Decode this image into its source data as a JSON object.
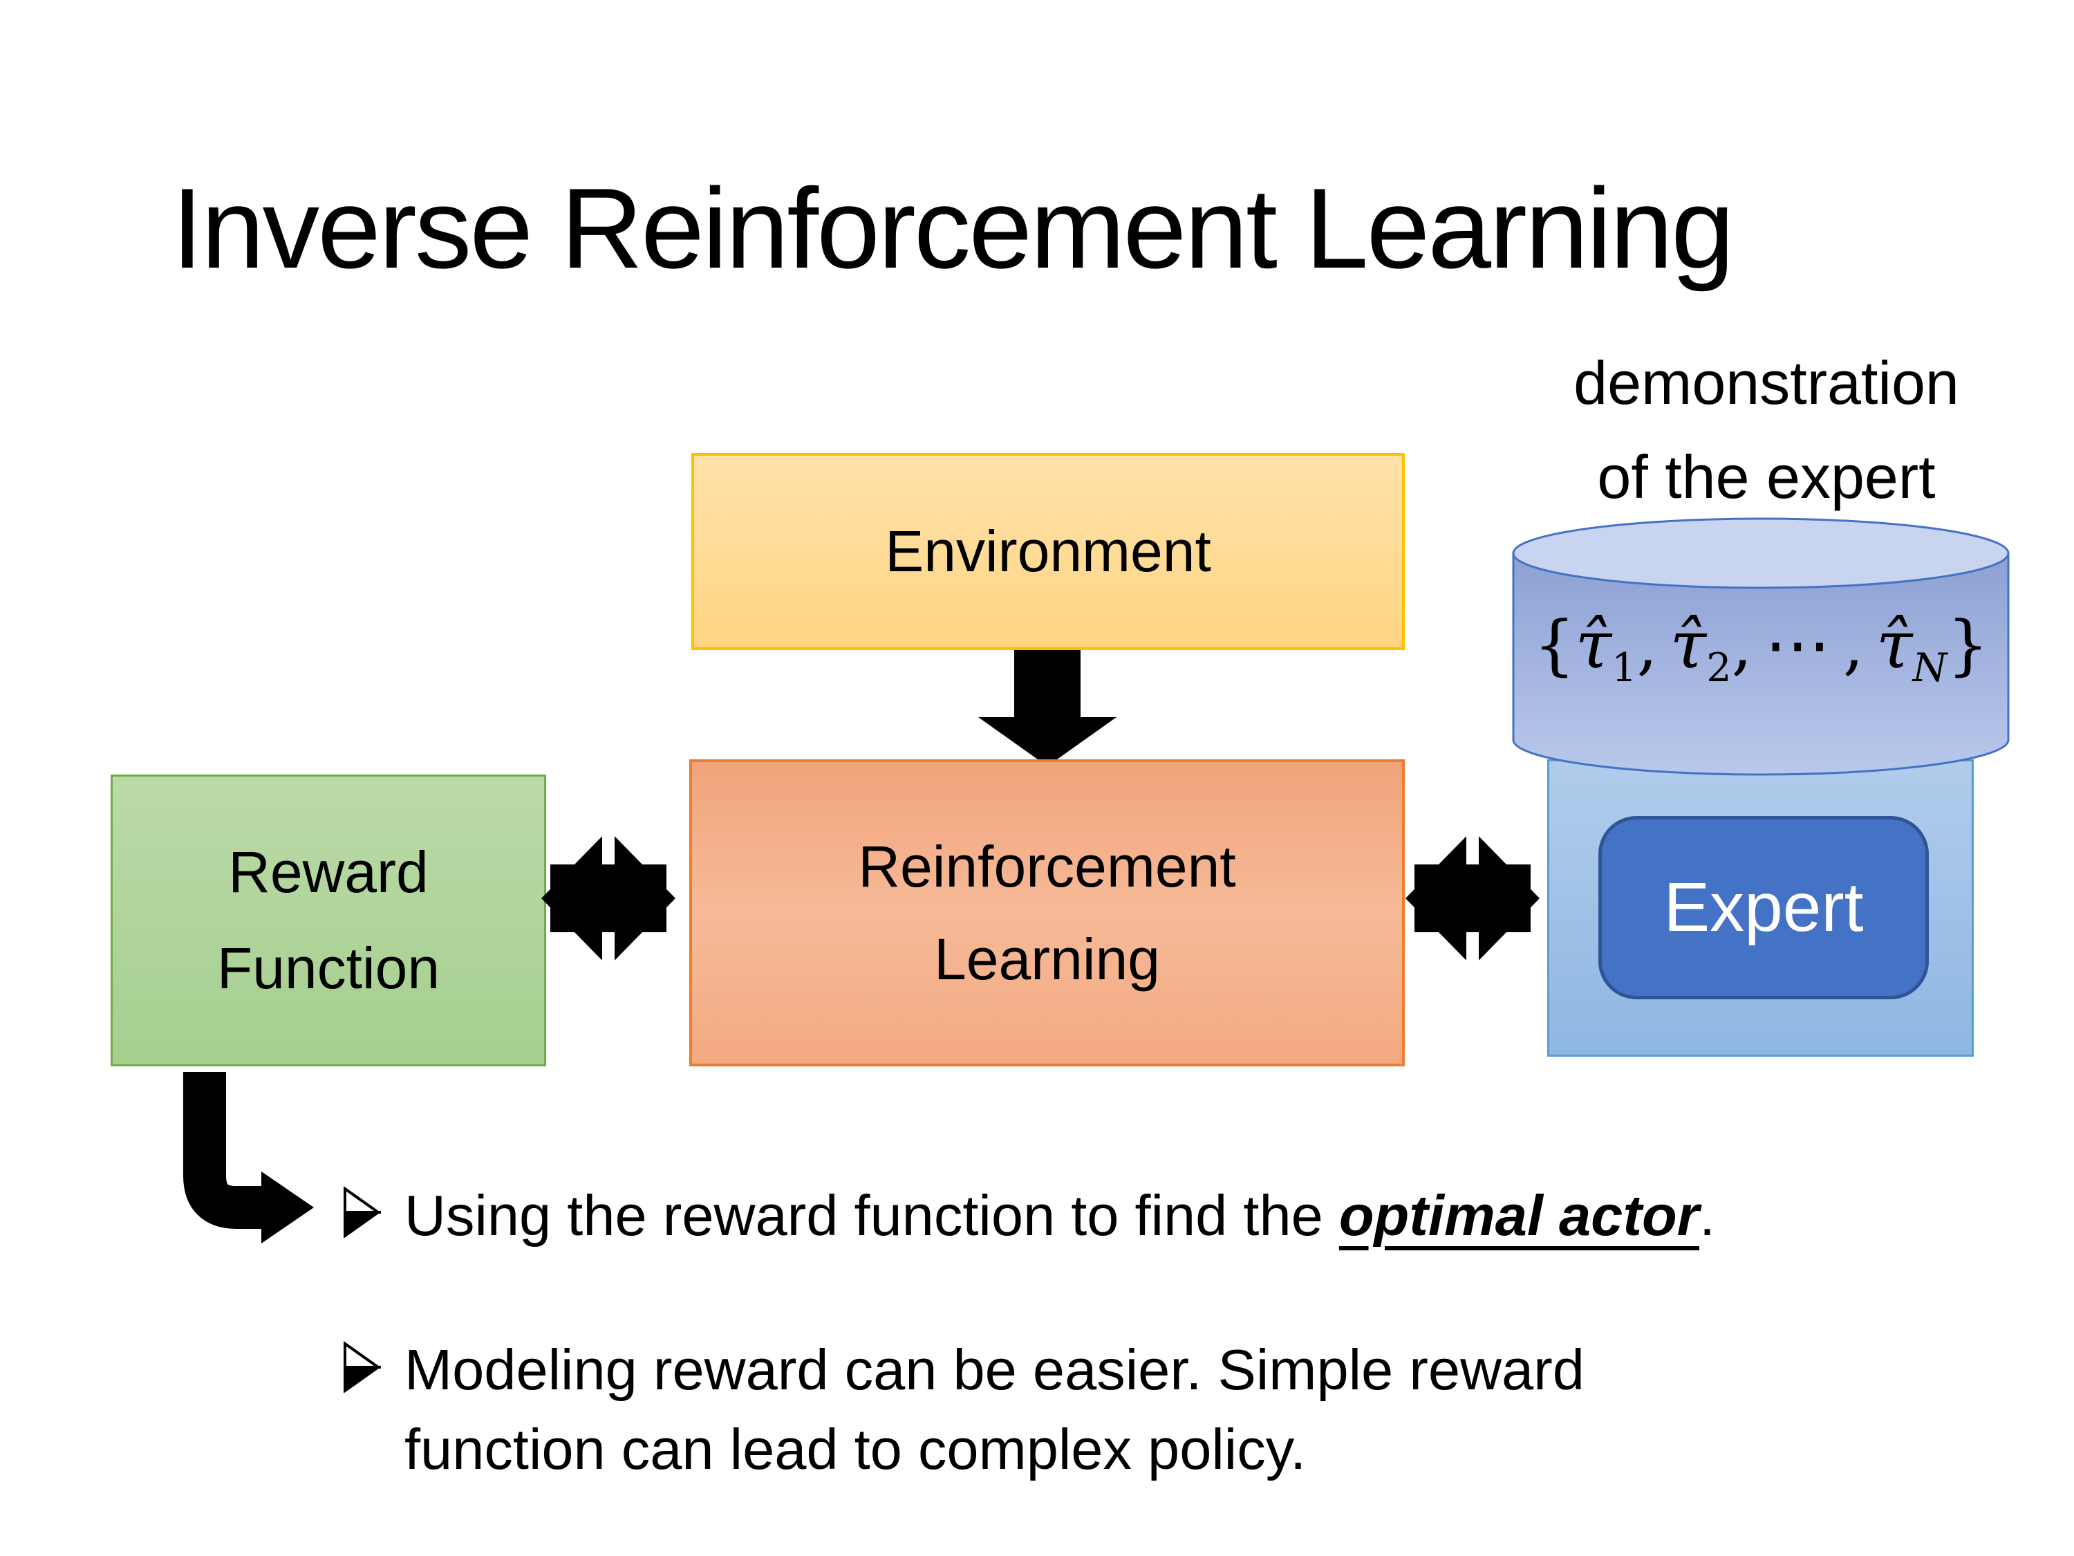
{
  "slide": {
    "title": "Inverse Reinforcement Learning",
    "demo_label": {
      "line1": "demonstration",
      "line2": "of the expert"
    },
    "environment_box": {
      "label": "Environment"
    },
    "reward_box": {
      "line1": "Reward",
      "line2": "Function"
    },
    "rl_box": {
      "line1": "Reinforcement",
      "line2": "Learning"
    },
    "expert_box": {
      "label": "Expert"
    },
    "cylinder": {
      "brace_open": "{",
      "tau_hat": "τ̂",
      "sub1": "1",
      "sub2": "2",
      "dots": "⋯",
      "subN": "N",
      "comma": ",",
      "brace_close": "}"
    },
    "bullets": {
      "item1": {
        "pre": "Using the reward function to find the ",
        "emphasis": "optimal actor",
        "post": "."
      },
      "item2": {
        "text": "Modeling reward can be easier. Simple reward function can lead to complex policy."
      }
    }
  },
  "icons": {
    "down_arrow": "environment-to-rl-arrow",
    "double_arrow_left": "reward-rl-double-arrow",
    "double_arrow_right": "rl-expert-double-arrow",
    "elbow_arrow": "reward-to-bullet-elbow-arrow",
    "bullet_marker": "arrowhead-bullet"
  },
  "colors": {
    "env_fill_top": "#ffe2aa",
    "env_fill_bottom": "#ffd583",
    "env_border": "#ffc000",
    "rl_fill_top": "#f1a47b",
    "rl_fill_mid": "#f6ba98",
    "rl_fill_bottom": "#f3a981",
    "rl_border": "#ed7d31",
    "reward_fill_top": "#bbdaa8",
    "reward_fill_bottom": "#a5cf8f",
    "reward_border": "#70ad47",
    "expert_bg_top": "#b1cceb",
    "expert_bg_bottom": "#8fb7e3",
    "expert_bg_border": "#5b9bd5",
    "expert_fill": "#4472c4",
    "expert_border": "#2f5597",
    "expert_text": "#ffffff",
    "cyl_body_top": "#8da0d3",
    "cyl_body_bottom": "#b9c9ec",
    "cyl_top_ellipse": "#c9d4f0",
    "cyl_border": "#4472c4",
    "arrow_color": "#000000",
    "text_color": "#000000"
  }
}
